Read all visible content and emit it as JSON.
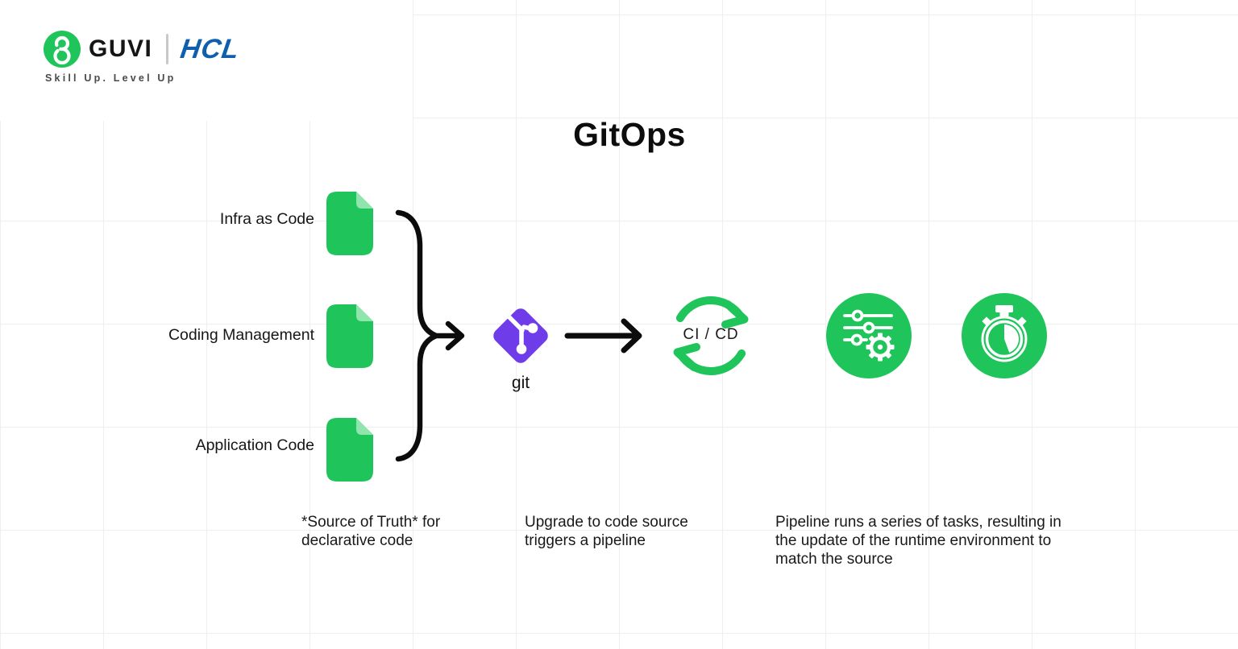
{
  "brand": {
    "guvi": "GUVI",
    "hcl": "HCL",
    "tagline": "Skill Up. Level Up"
  },
  "title": "GitOps",
  "sources": [
    {
      "label": "Infra as Code"
    },
    {
      "label": "Coding Management"
    },
    {
      "label": "Application Code"
    }
  ],
  "git_label": "git",
  "cicd_label": "CI / CD",
  "captions": {
    "source_of_truth": {
      "line1": "*Source of Truth* for",
      "line2": "declarative code"
    },
    "pipeline_trigger": {
      "line1": "Upgrade to code source",
      "line2": "triggers a pipeline"
    },
    "pipeline_result": {
      "line1": "Pipeline runs a series of tasks, resulting in",
      "line2": "the update of the runtime environment to",
      "line3": "match the source"
    }
  },
  "icons": {
    "guvi_mark": "guvi-monogram-icon",
    "document": "document-icon",
    "brace": "curly-brace-merge-arrow",
    "git": "git-branch-diamond-icon",
    "arrow": "right-arrow",
    "cicd": "sync-cycle-arrows-icon",
    "settings": "pipeline-sliders-gear-icon",
    "timer": "stopwatch-icon"
  },
  "colors": {
    "green": "#1FC55B",
    "green_light": "#8FE5AC",
    "purple": "#6E3CE8",
    "hcl_blue": "#0F5FAD",
    "ink": "#111111",
    "grid": "#EFEFEF",
    "tagline_gray": "#4A4A4A",
    "divider_gray": "#C9C9C9"
  }
}
